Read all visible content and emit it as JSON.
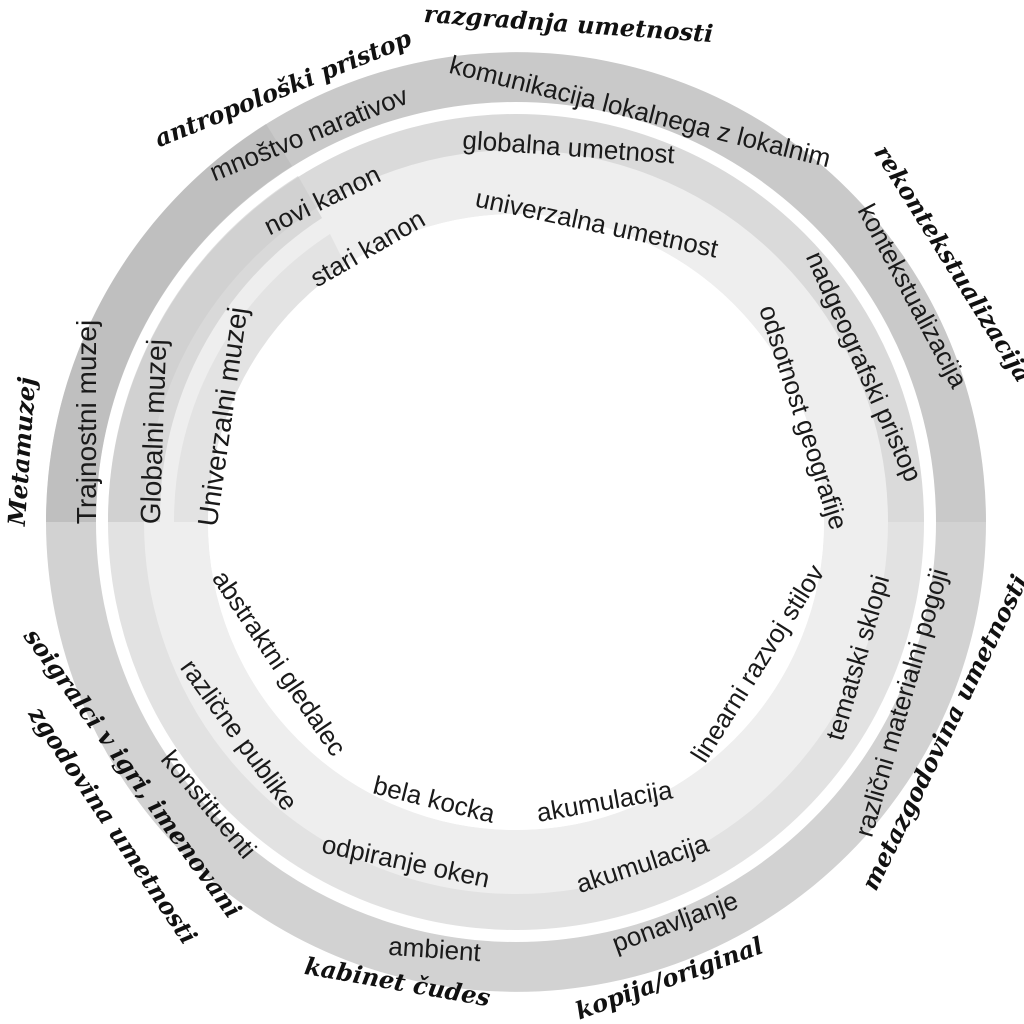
{
  "colors": {
    "outer_top": "#c9c9c9",
    "outer_bottom": "#d2d2d2",
    "outer_sector": "#b9b9b9",
    "middle_top": "#dadada",
    "middle_bottom": "#e2e2e2",
    "middle_sector": "#cbcbcb",
    "inner_top": "#ececec",
    "inner_bottom": "#eeeeee",
    "inner_sector": "#dedede"
  },
  "ring_labels": [
    {
      "id": "komunikacija",
      "text": "komunikacija lokalnega z lokalnim"
    },
    {
      "id": "mnostvo",
      "text": "mnoštvo narativov"
    },
    {
      "id": "kontekstualizacija",
      "text": "kontekstualizacija"
    },
    {
      "id": "razlicni-materialni",
      "text": "različni materialni pogoji"
    },
    {
      "id": "ponavljanje",
      "text": "ponavljanje"
    },
    {
      "id": "ambient",
      "text": "ambient"
    },
    {
      "id": "konstituenti",
      "text": "konstituenti"
    },
    {
      "id": "trajnostni-muzej",
      "text": "Trajnostni muzej"
    },
    {
      "id": "globalna-umetnost",
      "text": "globalna umetnost"
    },
    {
      "id": "novi-kanon",
      "text": "novi kanon"
    },
    {
      "id": "nadgeografski",
      "text": "nadgeografski pristop"
    },
    {
      "id": "tematski-sklopi",
      "text": "tematski sklopi"
    },
    {
      "id": "akumulacija-mid",
      "text": "akumulacija"
    },
    {
      "id": "odpiranje-oken",
      "text": "odpiranje oken"
    },
    {
      "id": "razlicne-publike",
      "text": "različne publike"
    },
    {
      "id": "globalni-muzej",
      "text": "Globalni muzej"
    },
    {
      "id": "univerzalna-umetnost",
      "text": "univerzalna umetnost"
    },
    {
      "id": "stari-kanon",
      "text": "stari kanon"
    },
    {
      "id": "odsotnost",
      "text": "odsotnost geografije"
    },
    {
      "id": "linearni",
      "text": "linearni razvoj stilov"
    },
    {
      "id": "akumulacija-in",
      "text": "akumulacija"
    },
    {
      "id": "bela-kocka",
      "text": "bela kocka"
    },
    {
      "id": "abstraktni",
      "text": "abstraktni gledalec"
    },
    {
      "id": "univerzalni-muzej",
      "text": "Univerzalni muzej"
    }
  ],
  "outer_labels": [
    {
      "id": "razgradnja",
      "text": "razgradnja umetnosti"
    },
    {
      "id": "antropoloski",
      "text": "antropološki pristop"
    },
    {
      "id": "rekontekstualizacija",
      "text": "rekontekstualizacija"
    },
    {
      "id": "metazgodovina",
      "text": "metazgodovina umetnosti"
    },
    {
      "id": "kopija",
      "text": "kopija/original"
    },
    {
      "id": "kabinet",
      "text": "kabinet čudes"
    },
    {
      "id": "soigralci",
      "text": "soigralci v igri, imenovani"
    },
    {
      "id": "zgodovina",
      "text": "zgodovina umetnosti"
    },
    {
      "id": "metamuzej",
      "text": "Metamuzej"
    }
  ]
}
